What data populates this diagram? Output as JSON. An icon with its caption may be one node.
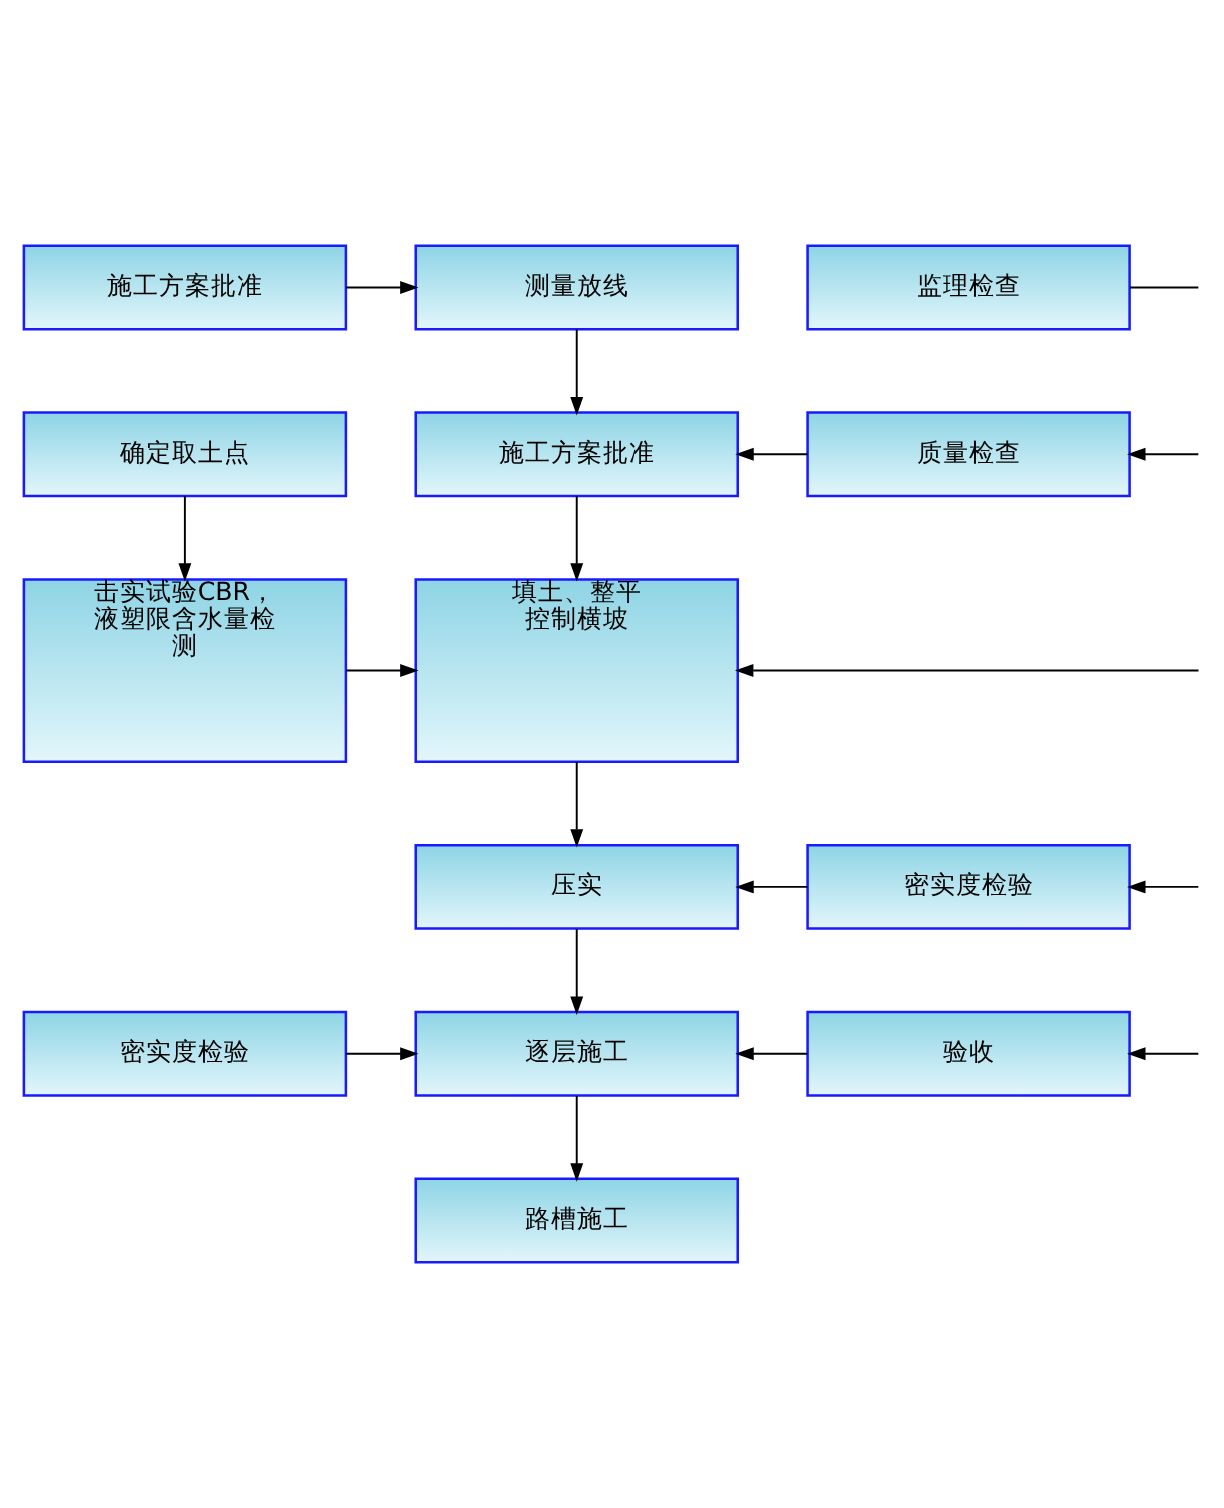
{
  "diagram": {
    "nodes": [
      {
        "text": [
          "施工方案批准"
        ]
      },
      {
        "text": [
          "测量放线"
        ]
      },
      {
        "text": [
          "监理检查"
        ]
      },
      {
        "text": [
          "确定取土点"
        ]
      },
      {
        "text": [
          "施工方案批准"
        ]
      },
      {
        "text": [
          "质量检查"
        ]
      },
      {
        "text": [
          "击实试验CBR，液塑限含水量检测"
        ]
      },
      {
        "text": [
          "填土、整平控制横坡"
        ]
      },
      {
        "text": [
          "压实"
        ]
      },
      {
        "text": [
          "密实度检验"
        ]
      },
      {
        "text": [
          "密实度检验"
        ]
      },
      {
        "text": [
          "逐层施工"
        ]
      },
      {
        "text": [
          "验收"
        ]
      },
      {
        "text": [
          "路槽施工"
        ]
      }
    ],
    "edges": [
      {
        "from": 0,
        "to": 1,
        "arrow": "to"
      },
      {
        "from": 1,
        "to": 4,
        "arrow": "to"
      },
      {
        "from": 2,
        "to": null,
        "arrow": "none"
      },
      {
        "from": null,
        "to": 5,
        "arrow": "to"
      },
      {
        "from": 5,
        "to": 4,
        "arrow": "to"
      },
      {
        "from": 3,
        "to": 6,
        "arrow": "to"
      },
      {
        "from": 4,
        "to": 7,
        "arrow": "to"
      },
      {
        "from": 6,
        "to": 7,
        "arrow": "to"
      },
      {
        "from": null,
        "to": 7,
        "arrow": "to"
      },
      {
        "from": 7,
        "to": 8,
        "arrow": "to"
      },
      {
        "from": 9,
        "to": 8,
        "arrow": "to"
      },
      {
        "from": null,
        "to": 9,
        "arrow": "to"
      },
      {
        "from": 8,
        "to": 11,
        "arrow": "to"
      },
      {
        "from": 10,
        "to": 11,
        "arrow": "to"
      },
      {
        "from": 12,
        "to": 11,
        "arrow": "to"
      },
      {
        "from": null,
        "to": 12,
        "arrow": "to"
      },
      {
        "from": 11,
        "to": 13,
        "arrow": "to"
      }
    ]
  }
}
